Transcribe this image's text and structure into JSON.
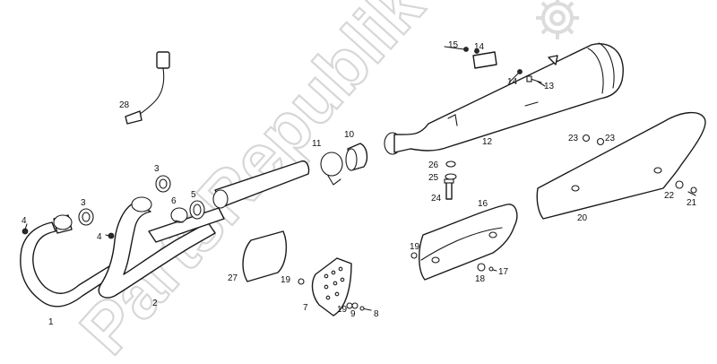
{
  "watermark": {
    "text": "PartsRepublik"
  },
  "callouts": [
    {
      "id": "c1",
      "label": "1"
    },
    {
      "id": "c2",
      "label": "2"
    },
    {
      "id": "c3a",
      "label": "3"
    },
    {
      "id": "c3b",
      "label": "3"
    },
    {
      "id": "c4a",
      "label": "4"
    },
    {
      "id": "c4b",
      "label": "4"
    },
    {
      "id": "c5",
      "label": "5"
    },
    {
      "id": "c6",
      "label": "6"
    },
    {
      "id": "c7",
      "label": "7"
    },
    {
      "id": "c8",
      "label": "8"
    },
    {
      "id": "c9",
      "label": "9"
    },
    {
      "id": "c10",
      "label": "10"
    },
    {
      "id": "c11",
      "label": "11"
    },
    {
      "id": "c12",
      "label": "12"
    },
    {
      "id": "c13",
      "label": "13"
    },
    {
      "id": "c14a",
      "label": "14"
    },
    {
      "id": "c14b",
      "label": "14"
    },
    {
      "id": "c15",
      "label": "15"
    },
    {
      "id": "c16",
      "label": "16"
    },
    {
      "id": "c17",
      "label": "17"
    },
    {
      "id": "c18",
      "label": "18"
    },
    {
      "id": "c19a",
      "label": "19"
    },
    {
      "id": "c19b",
      "label": "19"
    },
    {
      "id": "c19c",
      "label": "19"
    },
    {
      "id": "c20",
      "label": "20"
    },
    {
      "id": "c21",
      "label": "21"
    },
    {
      "id": "c22",
      "label": "22"
    },
    {
      "id": "c23a",
      "label": "23"
    },
    {
      "id": "c23b",
      "label": "23"
    },
    {
      "id": "c24",
      "label": "24"
    },
    {
      "id": "c25",
      "label": "25"
    },
    {
      "id": "c26",
      "label": "26"
    },
    {
      "id": "c27",
      "label": "27"
    },
    {
      "id": "c28",
      "label": "28"
    }
  ]
}
